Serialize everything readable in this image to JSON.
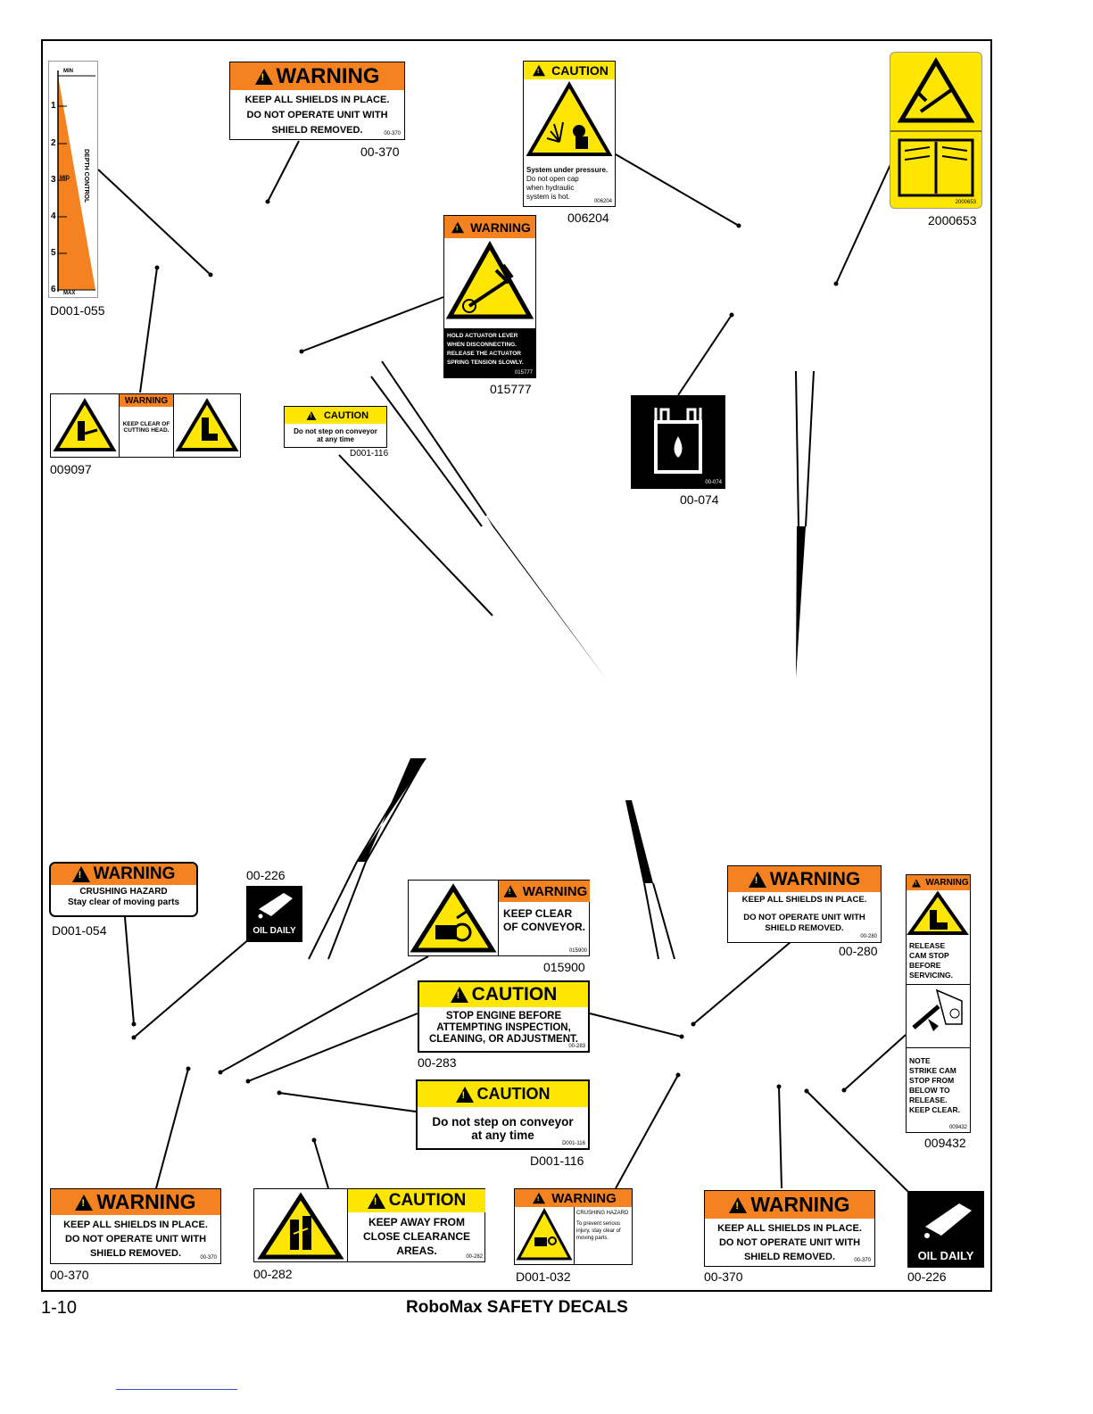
{
  "footer": {
    "page_number": "1-10",
    "title": "RoboMax SAFETY DECALS"
  },
  "colors": {
    "warning_orange": "#f58220",
    "caution_yellow": "#ffe600",
    "black": "#000000"
  },
  "decals": {
    "d001_055": {
      "part": "D001-055",
      "code": "D001-055",
      "min": "MIN",
      "mid": "MID",
      "max": "MAX",
      "vertical": "DEPTH CONTROL",
      "ticks": [
        "1",
        "2",
        "3",
        "4",
        "5",
        "6"
      ]
    },
    "top_370": {
      "part": "00-370",
      "header": "WARNING",
      "line1": "KEEP ALL SHIELDS IN PLACE.",
      "line2": "DO NOT OPERATE UNIT WITH",
      "line3": "SHIELD REMOVED.",
      "code": "00-370"
    },
    "d006204": {
      "part": "006204",
      "header": "CAUTION",
      "line1": "System under pressure.",
      "line2": "Do not open cap",
      "line3": "when hydraulic",
      "line4": "system is hot.",
      "code": "006204"
    },
    "d2000653": {
      "part": "2000653",
      "code": "2000653"
    },
    "d015777": {
      "part": "015777",
      "header": "WARNING",
      "line1": "HOLD ACTUATOR LEVER",
      "line2": "WHEN DISCONNECTING.",
      "line3": "RELEASE THE ACTUATOR",
      "line4": "SPRING TENSION SLOWLY.",
      "code": "015777"
    },
    "d009097": {
      "part": "009097",
      "header": "WARNING",
      "line1": "KEEP CLEAR OF",
      "line2": "CUTTING HEAD.",
      "code": "009097"
    },
    "d001_116_small": {
      "part": "D001-116",
      "header": "CAUTION",
      "line1": "Do not step on conveyor",
      "line2": "at any time",
      "code": "D001-116"
    },
    "d00_074": {
      "part": "00-074",
      "code": "00-074"
    },
    "d001_054": {
      "part": "D001-054",
      "header": "WARNING",
      "line1": "CRUSHING HAZARD",
      "line2": "Stay clear of moving parts",
      "code": "D001-054"
    },
    "d00_226_top": {
      "part": "00-226",
      "label": "OIL DAILY",
      "code": "00-226"
    },
    "d015900": {
      "part": "015900",
      "header": "WARNING",
      "line1": "KEEP CLEAR",
      "line2": "OF CONVEYOR.",
      "code": "015900"
    },
    "d00_280": {
      "part": "00-280",
      "header": "WARNING",
      "line1": "KEEP ALL SHIELDS IN PLACE.",
      "line2": "DO NOT OPERATE UNIT WITH",
      "line3": "SHIELD REMOVED.",
      "code": "00-280"
    },
    "d009432": {
      "part": "009432",
      "header": "WARNING",
      "line1": "RELEASE",
      "line2": "CAM STOP",
      "line3": "BEFORE",
      "line4": "SERVICING.",
      "n1": "NOTE",
      "n2": "STRIKE CAM",
      "n3": "STOP FROM",
      "n4": "BELOW TO",
      "n5": "RELEASE.",
      "n6": "KEEP CLEAR.",
      "code": "009432"
    },
    "d00_283": {
      "part": "00-283",
      "header": "CAUTION",
      "line1": "STOP ENGINE BEFORE",
      "line2": "ATTEMPTING INSPECTION,",
      "line3": "CLEANING, OR ADJUSTMENT.",
      "code": "00-283"
    },
    "d001_116_big": {
      "part": "D001-116",
      "header": "CAUTION",
      "line1": "Do not step on conveyor",
      "line2": "at any time",
      "code": "D001-116"
    },
    "bl_370": {
      "part": "00-370",
      "header": "WARNING",
      "line1": "KEEP ALL SHIELDS IN PLACE.",
      "line2": "DO NOT OPERATE UNIT WITH",
      "line3": "SHIELD REMOVED.",
      "code": "00-370"
    },
    "d00_282": {
      "part": "00-282",
      "header": "CAUTION",
      "line1": "KEEP AWAY FROM",
      "line2": "CLOSE CLEARANCE",
      "line3": "AREAS.",
      "code": "00-282"
    },
    "d001_032": {
      "part": "D001-032",
      "header": "WARNING",
      "line1": "CRUSHING HAZARD",
      "line2": "To prevent serious",
      "line3": "injury, stay clear of",
      "line4": "moving parts.",
      "code": "D001-032"
    },
    "br_370": {
      "part": "00-370",
      "header": "WARNING",
      "line1": "KEEP ALL SHIELDS IN PLACE.",
      "line2": "DO NOT OPERATE UNIT WITH",
      "line3": "SHIELD REMOVED.",
      "code": "00-370"
    },
    "d00_226_bot": {
      "part": "00-226",
      "label": "OIL DAILY",
      "code": "00-226"
    }
  }
}
